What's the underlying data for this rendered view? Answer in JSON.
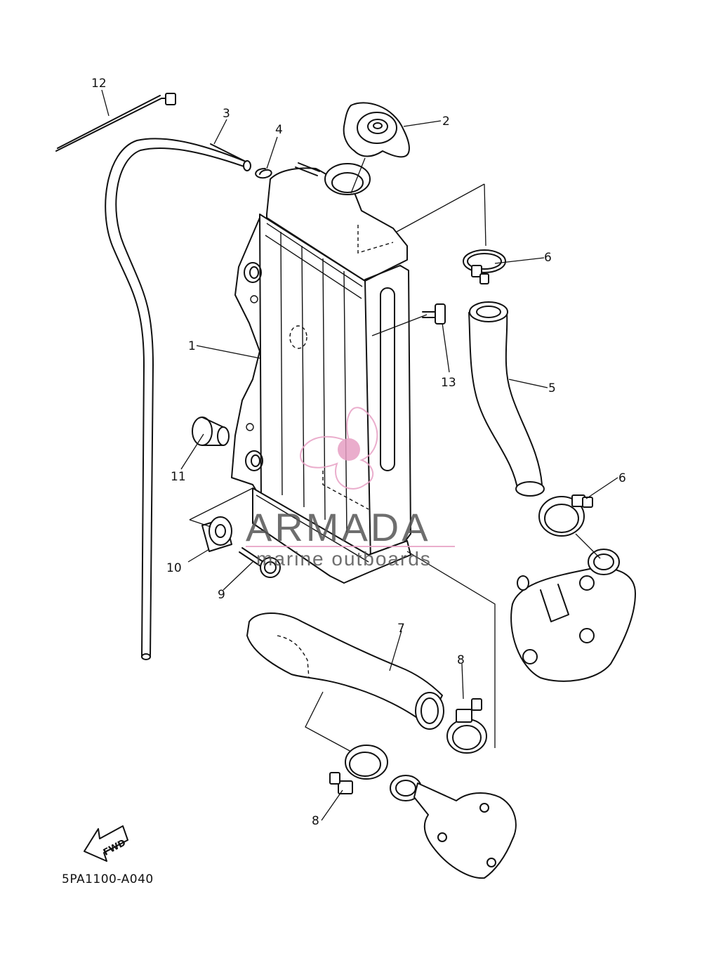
{
  "callouts": [
    {
      "id": "c12",
      "text": "12"
    },
    {
      "id": "c3",
      "text": "3"
    },
    {
      "id": "c4",
      "text": "4"
    },
    {
      "id": "c2",
      "text": "2"
    },
    {
      "id": "c6a",
      "text": "6"
    },
    {
      "id": "c1",
      "text": "1"
    },
    {
      "id": "c13",
      "text": "13"
    },
    {
      "id": "c5",
      "text": "5"
    },
    {
      "id": "c11",
      "text": "11"
    },
    {
      "id": "c6b",
      "text": "6"
    },
    {
      "id": "c10",
      "text": "10"
    },
    {
      "id": "c9",
      "text": "9"
    },
    {
      "id": "c7",
      "text": "7"
    },
    {
      "id": "c8a",
      "text": "8"
    },
    {
      "id": "c8b",
      "text": "8"
    }
  ],
  "fwd_label": "FWD",
  "diagram_code": "5PA1100-A040",
  "watermark": {
    "title": "ARMADA",
    "subtitle": "marine outboards",
    "title_color": "#555555",
    "accent_color": "#e79fc4"
  }
}
